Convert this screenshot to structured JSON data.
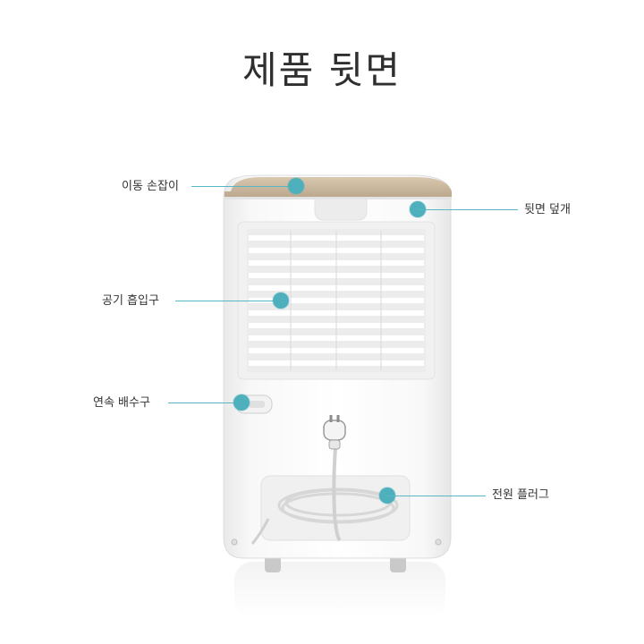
{
  "title": "제품 뒷면",
  "colors": {
    "accent": "#4fb0bd",
    "body": "#f4f4f4",
    "top_band": "#c7b59b"
  },
  "callouts": [
    {
      "label": "이동 손잡이"
    },
    {
      "label": "뒷면 덮개"
    },
    {
      "label": "공기 흡입구"
    },
    {
      "label": "연속 배수구"
    },
    {
      "label": "전원 플러그"
    }
  ]
}
